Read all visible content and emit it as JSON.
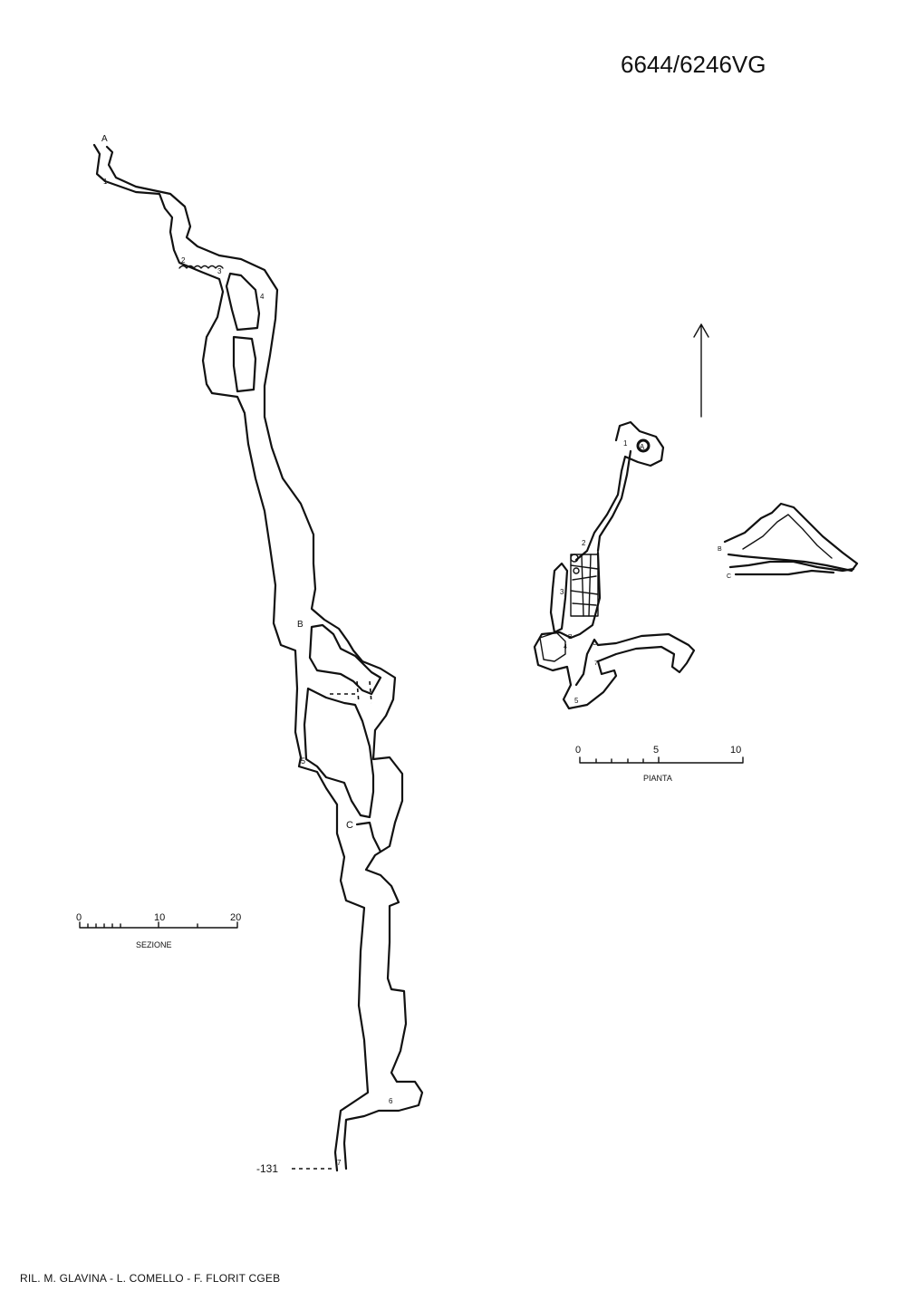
{
  "cave_id": "6644/6246VG",
  "credits": "RIL. M. GLAVINA  - L. COMELLO - F. FLORIT  CGEB",
  "depth_label": "-131",
  "section": {
    "title": "SEZIONE",
    "scale_ticks": [
      "0",
      "10",
      "20"
    ],
    "stations": [
      "A",
      "1",
      "2",
      "3",
      "4",
      "B",
      "5",
      "C",
      "6",
      "7"
    ]
  },
  "plan": {
    "title": "PIANTA",
    "scale_ticks": [
      "0",
      "5",
      "10"
    ],
    "stations": [
      "1",
      "A",
      "2",
      "3",
      "B",
      "4",
      "C",
      "7",
      "5"
    ],
    "cross_sections": [
      "B",
      "C"
    ]
  },
  "north_arrow": "north-arrow"
}
